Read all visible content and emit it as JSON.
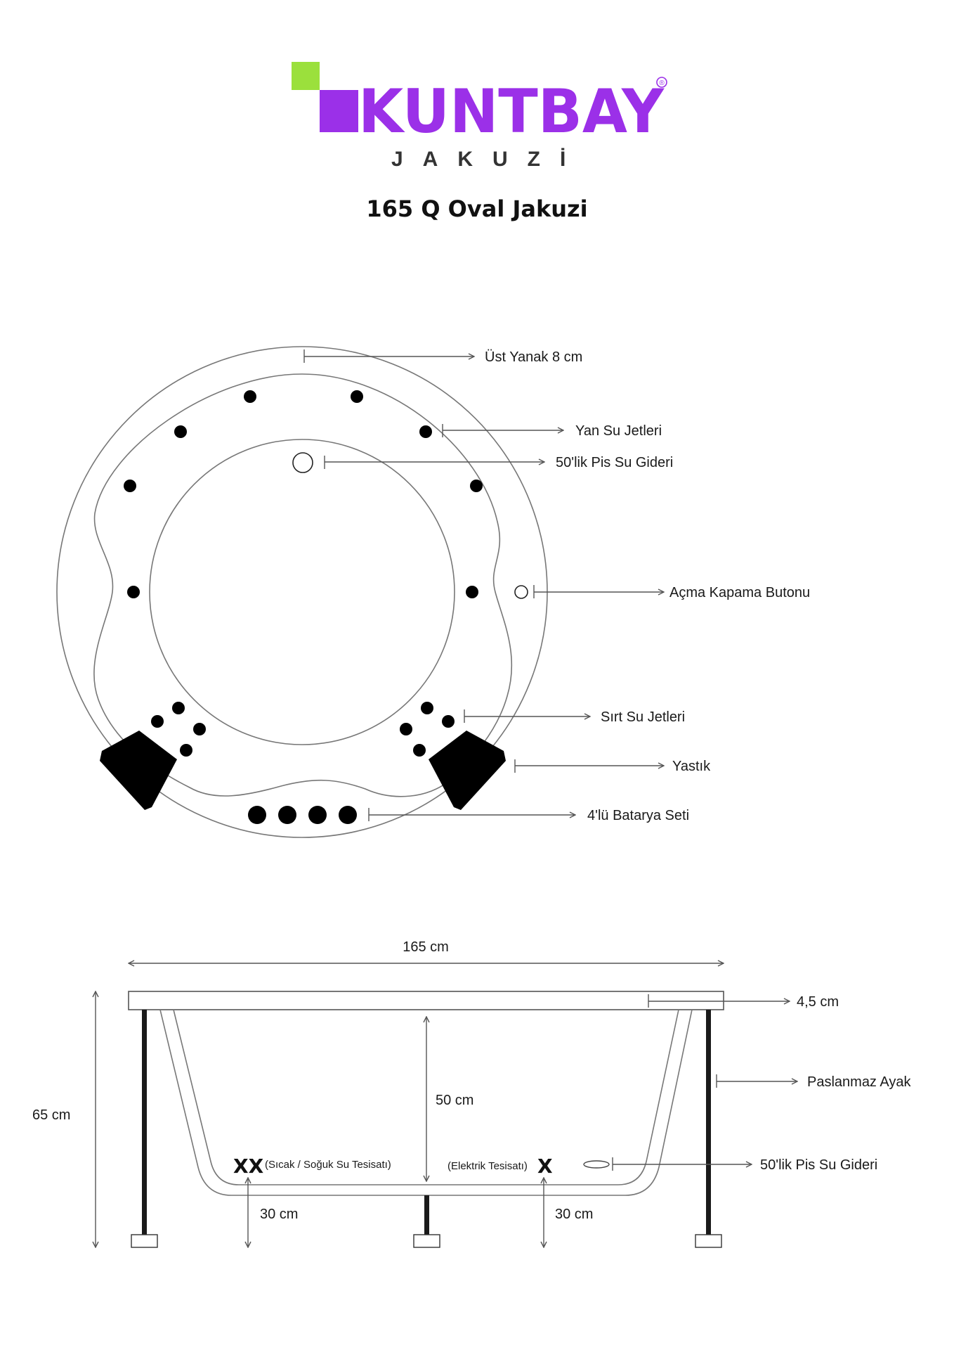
{
  "brand": {
    "name": "KUNTBAY",
    "registered_mark": "®",
    "subtitle": "JAKUZİ",
    "colors": {
      "primary": "#9b30e8",
      "accent": "#9be03c"
    }
  },
  "title": "165 Q Oval Jakuzi",
  "top_view_labels": {
    "ust_yanak": "Üst Yanak 8 cm",
    "yan_jetler": "Yan Su Jetleri",
    "pis_su_top": "50'lik Pis Su Gideri",
    "acma_kapama": "Açma Kapama Butonu",
    "sirt_jetler": "Sırt Su Jetleri",
    "yastik": "Yastık",
    "batarya": "4'lü Batarya Seti"
  },
  "side_view_labels": {
    "width": "165 cm",
    "rim": "4,5 cm",
    "paslanmaz_ayak": "Paslanmaz Ayak",
    "height": "65 cm",
    "depth": "50 cm",
    "pis_su_side": "50'lik Pis Su Gideri",
    "xx_mark": "XX",
    "x_mark": "X",
    "water_install": "(Sıcak / Soğuk Su Tesisatı)",
    "electric_install": "(Elektrik Tesisatı)",
    "offset_left": "30 cm",
    "offset_right": "30 cm"
  }
}
